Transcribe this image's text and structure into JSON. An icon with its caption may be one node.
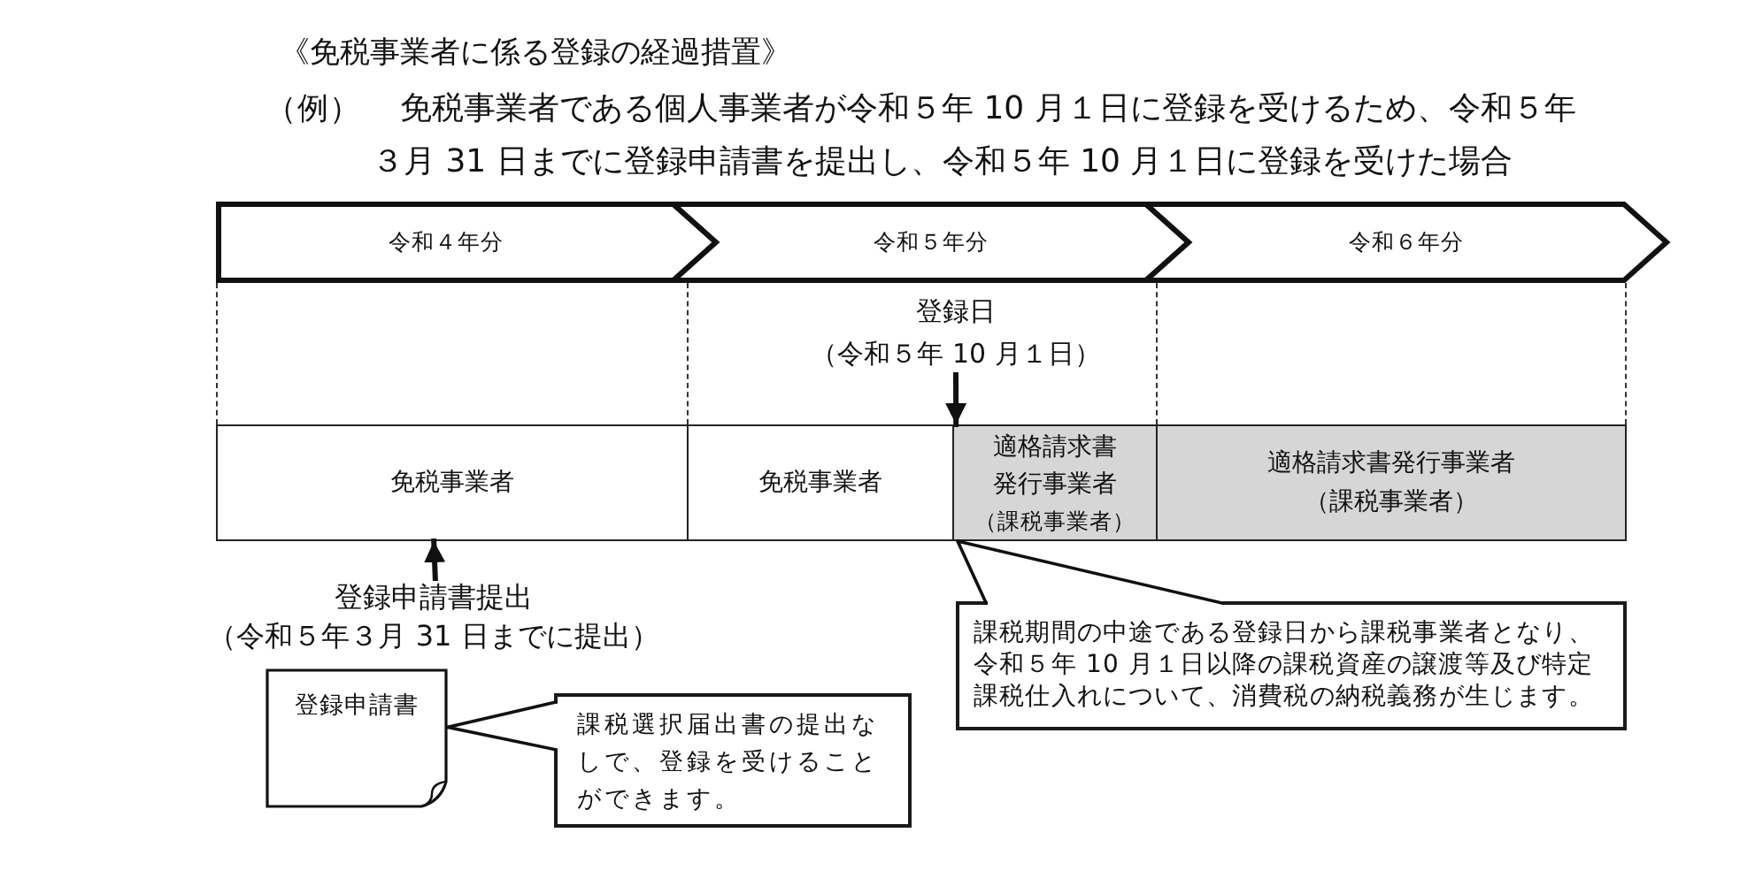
{
  "diagram": {
    "title": "《免税事業者に係る登録の経過措置》",
    "nodes": [
      {
        "text": [
          "令和４年分"
        ]
      },
      {
        "text": [
          "令和５年分"
        ]
      },
      {
        "text": [
          "令和６年分"
        ]
      },
      {
        "text": [
          "登録日",
          "（令和５年 10 月１日）"
        ]
      },
      {
        "text": [
          "免税事業者"
        ]
      },
      {
        "text": [
          "免税事業者"
        ]
      },
      {
        "text": [
          "適格請求書発行事業者",
          "（課税事業者）"
        ]
      },
      {
        "text": [
          "適格請求書発行事業者",
          "（課税事業者）"
        ]
      },
      {
        "text": [
          "登録申請書提出",
          "（令和５年３月 31 日までに提出）"
        ]
      },
      {
        "text": [
          "課税期間の中途である登録日から課税事業者となり、令和５年 10 月１日以降の課税資産の譲渡等及び特定課税仕入れについて、消費税の納税義務が生じます。"
        ]
      },
      {
        "text": [
          "登録申請書"
        ]
      },
      {
        "text": [
          "課税選択届出書の提出なしで、登録を受けることができます。"
        ]
      }
    ],
    "edges": [
      {
        "from": 3,
        "to": 6,
        "arrow": "to"
      },
      {
        "from": 8,
        "to": 4,
        "arrow": "to"
      },
      {
        "from": 9,
        "to": 6,
        "arrow": "none"
      },
      {
        "from": 11,
        "to": 10,
        "arrow": "none"
      }
    ],
    "labels": [
      "（例）",
      "免税事業者である個人事業者が令和５年 10 月１日に登録を受けるため、令和５年３月 31 日までに登録申請書を提出し、令和５年 10 月１日に登録を受けた場合"
    ]
  }
}
